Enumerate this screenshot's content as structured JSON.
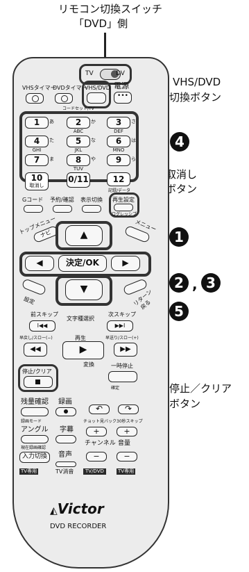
{
  "callouts": {
    "top_line1": "リモコン切換スイッチ",
    "top_line2": "「DVD」側",
    "vhs_dvd_line1": "VHS/DVD",
    "vhs_dvd_line2": "切換ボタン",
    "cancel_line1": "取消し",
    "cancel_line2": "ボタン",
    "stop_line1": "停止／クリア",
    "stop_line2": "ボタン",
    "comma": ","
  },
  "badges": [
    "4",
    "1",
    "2",
    "3",
    "5"
  ],
  "remote": {
    "switch_tv": "TV",
    "switch_dv": "DV",
    "vhs_timer": "VHSタイマー",
    "dvd_timer": "DVDタイマー",
    "vhs_dvd": "VHS/DVD",
    "power": "電源",
    "code_label": "コードセット/TV",
    "keys": [
      {
        "n": "1",
        "k": "あ",
        "s": ""
      },
      {
        "n": "2",
        "k": "か",
        "s": "ABC"
      },
      {
        "n": "3",
        "k": "さ",
        "s": "DEF"
      },
      {
        "n": "4",
        "k": "た",
        "s": "GHI"
      },
      {
        "n": "5",
        "k": "な",
        "s": "JKL"
      },
      {
        "n": "6",
        "k": "は",
        "s": "MNO"
      },
      {
        "n": "7",
        "k": "ま",
        "s": ""
      },
      {
        "n": "8",
        "k": "や",
        "s": "TUV"
      },
      {
        "n": "9",
        "k": "ら",
        "s": ""
      }
    ],
    "key10": "10",
    "key10_sub": "取消し",
    "key0": "0/11",
    "key12": "12",
    "key12_sub": "記録/データ",
    "g_code": "Gコード",
    "yoyaku": "予約/確認",
    "hyoji": "表示切換",
    "saisei_settei": "再生設定",
    "progressive": "ログレッシブ",
    "top_menu": "トップメニュー",
    "navi": "ナビ",
    "menu": "メニュー",
    "settei": "設定",
    "return": "リターン",
    "return_sub": "戻る",
    "ok": "決定/OK",
    "up": "▲",
    "down": "▼",
    "left": "◀",
    "right": "▶",
    "prev_skip": "前スキップ",
    "next_skip": "次スキップ",
    "subtitle_select": "文字種選択",
    "prev_sym": "I◀◀",
    "next_sym": "▶▶I",
    "rew_label": "早戻し/スロー(−)",
    "play_label": "再生",
    "ff_label": "早送り/スロー(+)",
    "rew_sym": "◀◀",
    "play_sym": "▶",
    "ff_sym": "▶▶",
    "henkan": "変換",
    "stop_label": "停止/クリア",
    "pause_label": "一時停止",
    "kettei": "確定",
    "zanryo": "残量確認",
    "rokuga": "録画",
    "rokuga_mode": "録画モード",
    "chotto": "チョット見バック",
    "skip30": "30秒スキップ",
    "angle": "アングル",
    "jimaku": "字幕",
    "genzai": "現在録画確認",
    "input": "入力切換",
    "tv_only": "TV専用",
    "onsei": "音声",
    "tv_shoon": "TV消音",
    "channel": "チャンネル",
    "volume": "音量",
    "tv_dvd": "TV/DVD",
    "tv_only2": "TV専用",
    "plus": "+",
    "minus": "−",
    "brand": "Victor",
    "model": "DVD RECORDER"
  }
}
